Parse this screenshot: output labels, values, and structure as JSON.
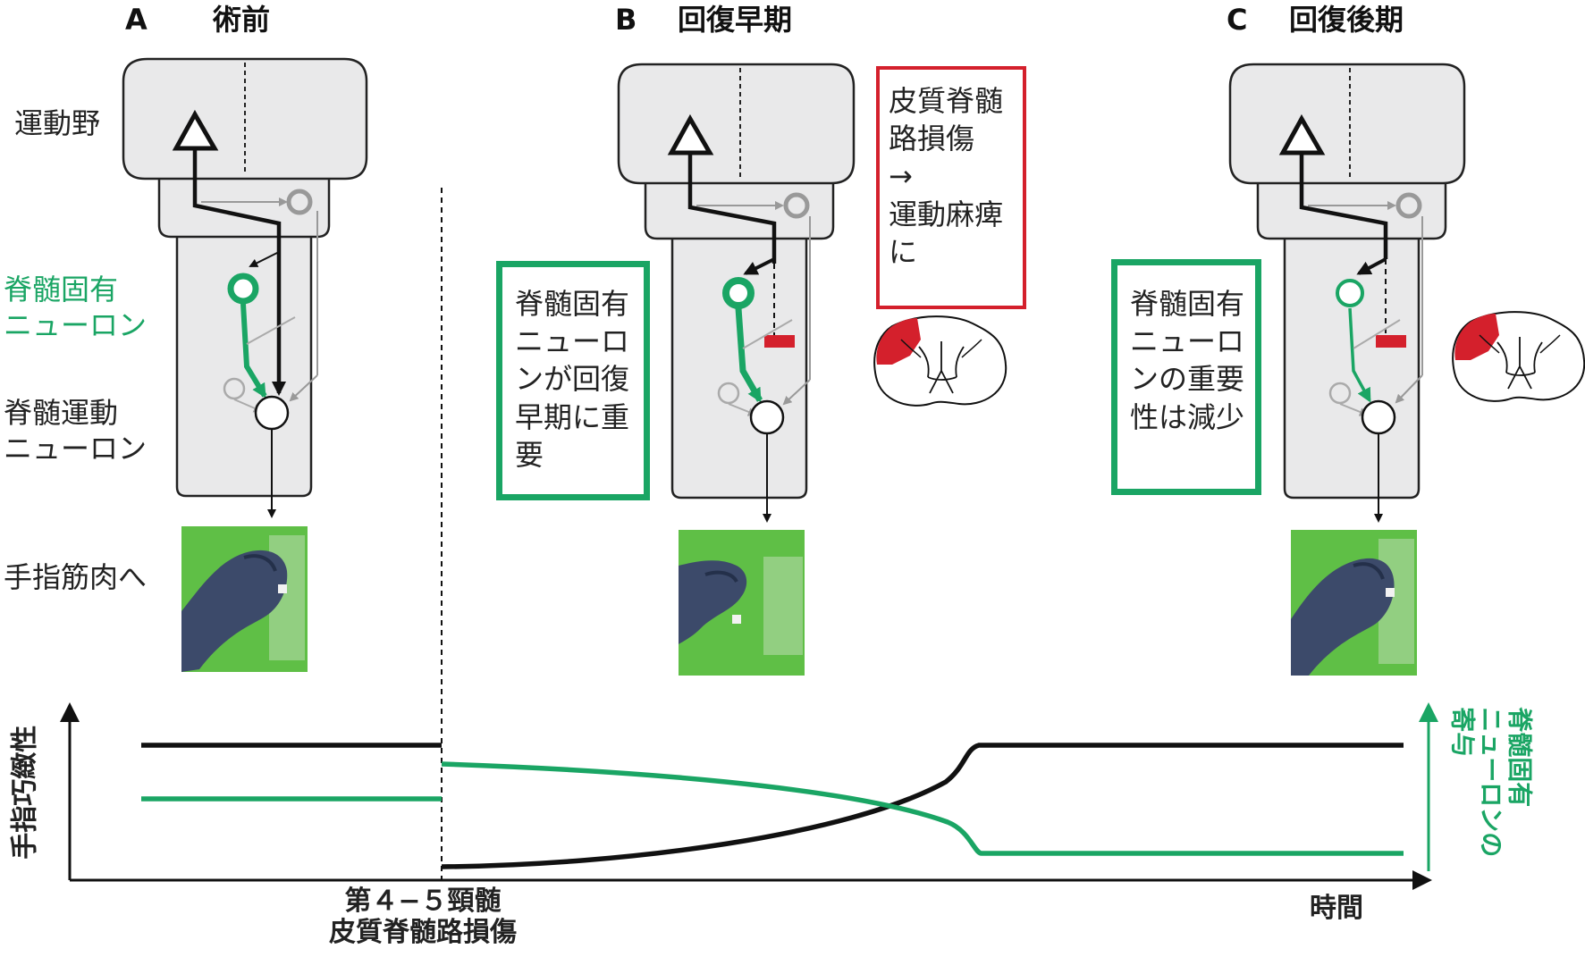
{
  "panels": {
    "a": {
      "letter": "A",
      "title": "術前"
    },
    "b": {
      "letter": "B",
      "title": "回復早期"
    },
    "c": {
      "letter": "C",
      "title": "回復後期"
    }
  },
  "labels": {
    "motor_cortex": "運動野",
    "propriospinal": "脊髄固有\nニューロン",
    "motoneuron": "脊髄運動\nニューロン",
    "to_muscle": "手指筋肉へ"
  },
  "boxes": {
    "injury": "皮質脊髄\n路損傷\n→\n運動麻痺\nに",
    "early": "脊髄固有\nニューロ\nンが回復\n早期に重\n要",
    "late": "脊髄固有\nニューロ\nンの重要\n性は減少"
  },
  "graph": {
    "y_label": "手指巧緻性",
    "y2_label": "脊髄固有\nニューロンの\n寄与",
    "x_label": "時間",
    "lesion_label": "第４−５頸髄\n皮質脊髄路損傷"
  },
  "colors": {
    "green": "#1aa564",
    "red": "#d4202c",
    "cord_fill": "#e9e9ea",
    "photo_bg": "#5fbf46"
  }
}
